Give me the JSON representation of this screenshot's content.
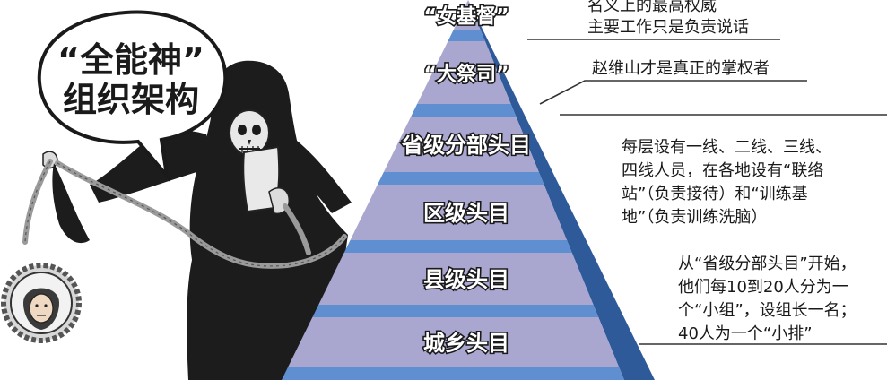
{
  "bubble": {
    "line1": "“全能神”",
    "line2": "组织架构"
  },
  "tiers": [
    "“女基督”",
    "“大祭司”",
    "省级分部头目",
    "区级头目",
    "县级头目",
    "城乡头目"
  ],
  "notes": {
    "top": [
      "名义上的最高权威",
      "主要工作只是负责说话"
    ],
    "second": [
      "赵维山才是真正的掌权者"
    ],
    "middle": [
      "每层设有一线、二线、三线、",
      "四线人员，在各地设有“联络",
      "站”（负责接待）和“训练基",
      "地”（负责训练洗脑）"
    ],
    "bottom": [
      "从“省级分部头目”开始，",
      "他们每10到20人分为一",
      "个“小组”，设组长一名；",
      "40人为一个“小排”"
    ]
  },
  "colors": {
    "tier_face": "#a9a6cf",
    "tier_band": "#5f8fd0",
    "tier_side": "#2f5a9a",
    "figure": "#1c1c1c",
    "chain": "#9a9a9a",
    "leader_line": "#333333"
  },
  "icons": [
    "grim-reaper-figure",
    "skull-icon",
    "chain-rope",
    "medallion-portrait-icon",
    "speech-bubble"
  ]
}
